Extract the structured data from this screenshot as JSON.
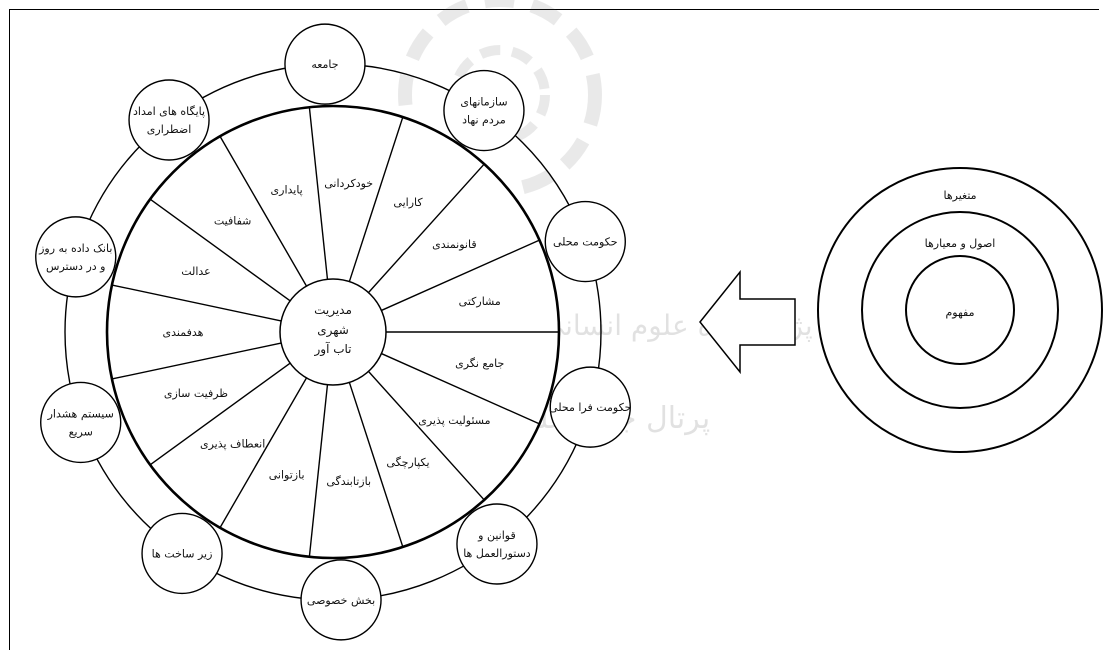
{
  "center_label": [
    "مدیریت",
    "شهری",
    "تاب آور"
  ],
  "wheel_segments": [
    "مشارکتی",
    "قانونمندی",
    "کارایی",
    "خودکردانی",
    "پایداری",
    "شفافیت",
    "عدالت",
    "هدفمندی",
    "ظرفیت سازی",
    "انعطاف پذیری",
    "بازتوانی",
    "بازتابندگی",
    "یکپارچگی",
    "مسئولیت پذیری",
    "جامع نگری"
  ],
  "outer_nodes": [
    [
      "جامعه"
    ],
    [
      "سازمانهای",
      "مردم نهاد"
    ],
    [
      "حکومت محلی"
    ],
    [
      "حکومت فرا محلی"
    ],
    [
      "قوانین و",
      "دستورالعمل ها"
    ],
    [
      "بخش خصوصی"
    ],
    [
      "زیر ساخت ها"
    ],
    [
      "سیستم هشدار",
      "سریع"
    ],
    [
      "بانک داده به روز",
      "و در دسترس"
    ],
    [
      "پایگاه های امداد",
      "اضطراری"
    ]
  ],
  "legend_rings": [
    "متغیرها",
    "اصول و معیارها",
    "مفهوم"
  ],
  "watermark": [
    "پرتال جامع علوم انسانی",
    "پژوهشگاه علوم انسانی و مطالعات فرهنگی"
  ]
}
